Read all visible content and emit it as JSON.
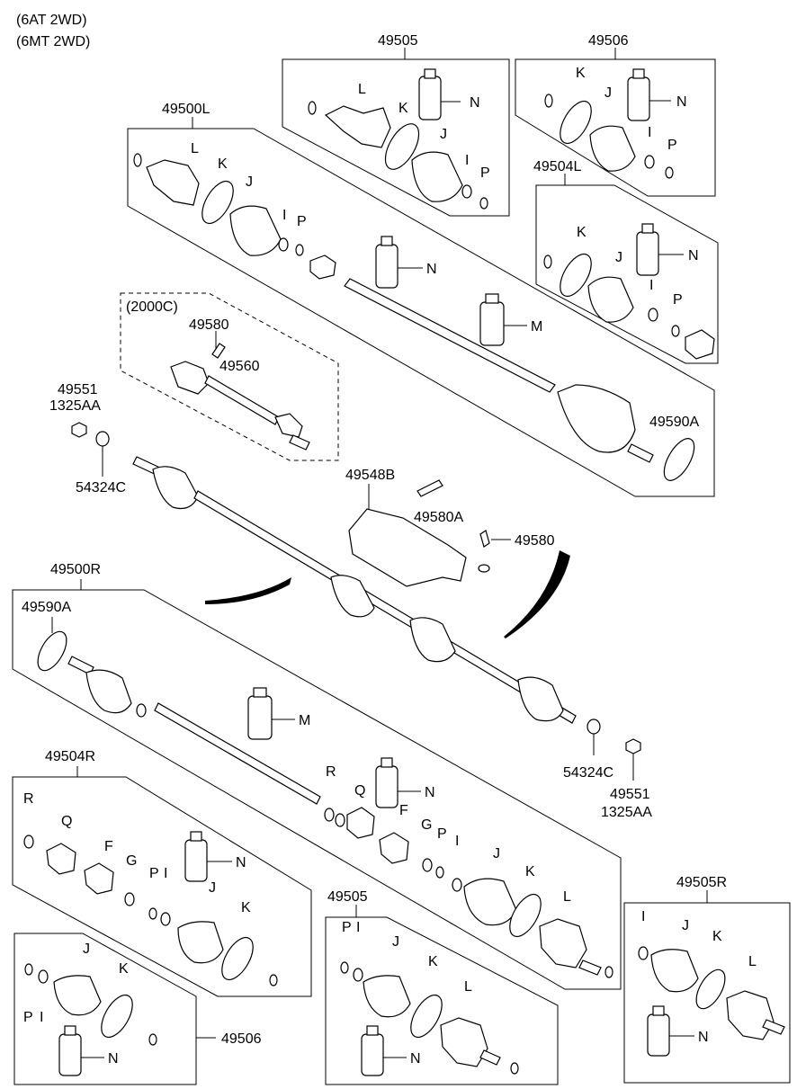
{
  "header": {
    "line1": "(6AT 2WD)",
    "line2": "(6MT 2WD)"
  },
  "labels": {
    "k49505_top": "49505",
    "k49506_top": "49506",
    "k49500L": "49500L",
    "k49504L": "49504L",
    "k2000C": "(2000C)",
    "k49580_a": "49580",
    "k49560": "49560",
    "k49551_top": "49551",
    "k1325AA_top": "1325AA",
    "k54324C_top": "54324C",
    "k49590A_top": "49590A",
    "k49548B": "49548B",
    "k49580A": "49580A",
    "k49580_b": "49580",
    "k49500R": "49500R",
    "k49590A_left": "49590A",
    "k49504R": "49504R",
    "k54324C_bot": "54324C",
    "k49551_bot": "49551",
    "k1325AA_bot": "1325AA",
    "k49505_bot": "49505",
    "k49505R": "49505R",
    "k49506_bot": "49506"
  },
  "letters": {
    "L": "L",
    "K": "K",
    "J": "J",
    "I": "I",
    "P": "P",
    "N": "N",
    "M": "M",
    "Q": "Q",
    "R": "R",
    "F": "F",
    "G": "G"
  }
}
